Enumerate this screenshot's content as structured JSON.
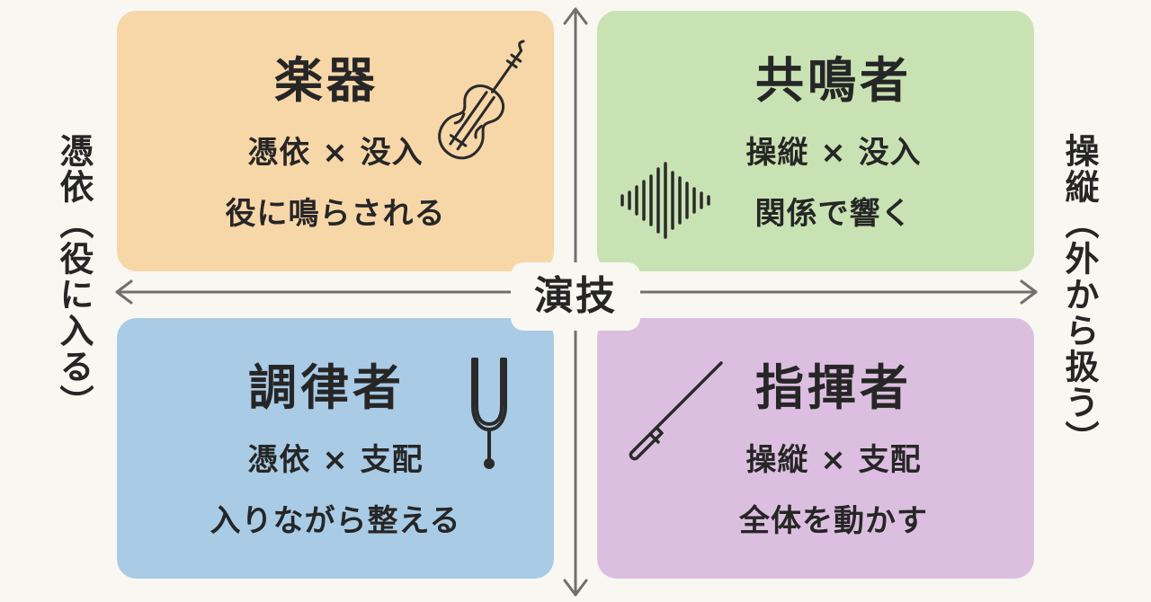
{
  "center": {
    "label": "演技"
  },
  "axis": {
    "left_label": "憑依（役に入る）",
    "right_label": "操縦（外から扱う）"
  },
  "quadrants": {
    "top_left": {
      "title": "楽器",
      "line1": "憑依 × 没入",
      "line2": "役に鳴らされる",
      "icon": "violin-icon",
      "color": "#f7d6a8"
    },
    "top_right": {
      "title": "共鳴者",
      "line1": "操縦 × 没入",
      "line2": "関係で響く",
      "icon": "sound-wave-icon",
      "color": "#c9e2b3"
    },
    "bottom_left": {
      "title": "調律者",
      "line1": "憑依 × 支配",
      "line2": "入りながら整える",
      "icon": "tuning-fork-icon",
      "color": "#a9cbe5"
    },
    "bottom_right": {
      "title": "指揮者",
      "line1": "操縦 × 支配",
      "line2": "全体を動かす",
      "icon": "conductor-baton-icon",
      "color": "#dcbfe0"
    }
  }
}
